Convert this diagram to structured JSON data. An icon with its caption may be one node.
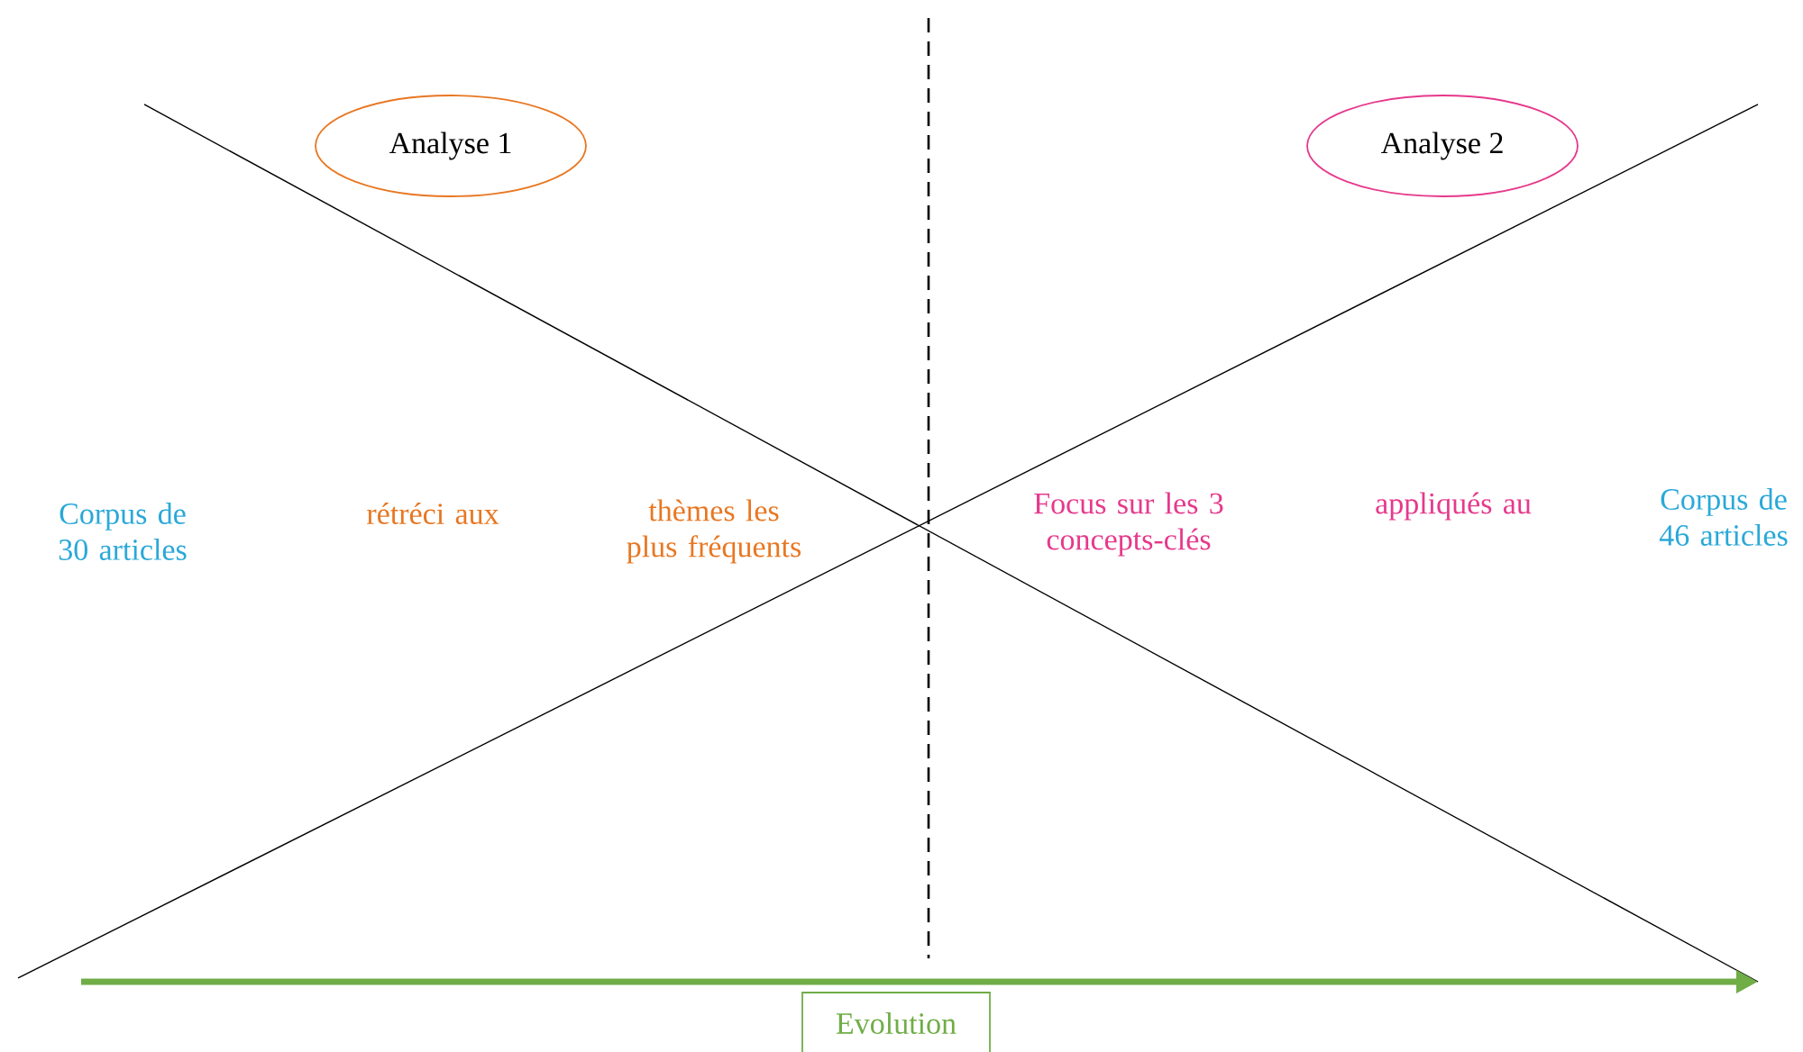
{
  "diagram": {
    "nodes": [
      {
        "text": [
          "Analyse 1"
        ]
      },
      {
        "text": [
          "Analyse 2"
        ]
      },
      {
        "text": [
          "Evolution"
        ]
      }
    ],
    "labels": [
      "Corpus de 30 articles",
      "rétréci aux",
      "thèmes les plus fréquents",
      "Focus sur les 3 concepts-clés",
      "appliqués au",
      "Corpus de 46 articles"
    ]
  }
}
